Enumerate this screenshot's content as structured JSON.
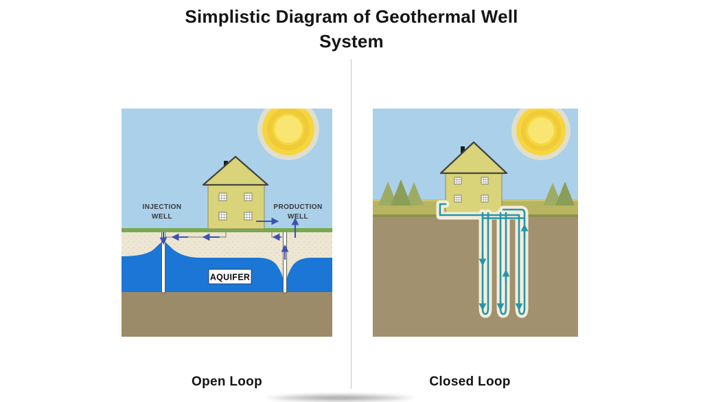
{
  "title": {
    "line1": "Simplistic Diagram of Geothermal Well",
    "line2": "System"
  },
  "open_loop": {
    "caption": "Open Loop",
    "injection_well": {
      "line1": "INJECTION",
      "line2": "WELL"
    },
    "production_well": {
      "line1": "PRODUCTION",
      "line2": "WELL"
    },
    "aquifer_label": "AQUIFER"
  },
  "closed_loop": {
    "caption": "Closed Loop"
  },
  "colors": {
    "background": "#ffffff",
    "sky": "#abd0ea",
    "sun_yellow": "#f7d63d",
    "grass_green": "#7aa850",
    "vadose_cream": "#ede6d3",
    "aquifer_blue": "#1b76d6",
    "bedrock_brown": "#9c8b69",
    "flow_arrow_blue": "#3f51ad",
    "house_wall_khaki": "#d9d379",
    "grass_band_olive": "#b8b560",
    "soil_brown": "#a2916f",
    "tree_green": "#9dac64",
    "pipe_teal": "#2496ab",
    "pipe_casing": "#f4edda"
  }
}
